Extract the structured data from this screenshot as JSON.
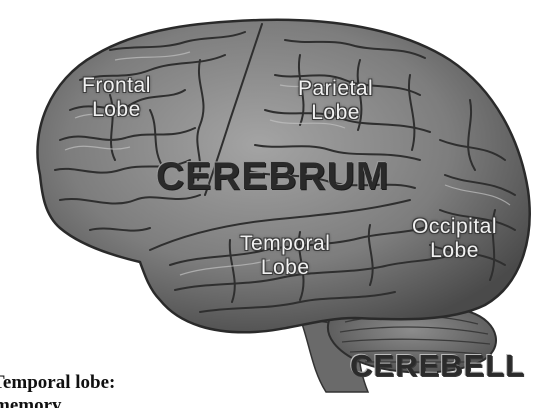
{
  "diagram": {
    "labels": {
      "frontal": [
        "Frontal",
        "Lobe"
      ],
      "parietal": [
        "Parietal",
        "Lobe"
      ],
      "temporal": [
        "Temporal",
        "Lobe"
      ],
      "occipital": [
        "Occipital",
        "Lobe"
      ],
      "cerebrum": "CEREBRUM",
      "cerebellum": "CEREBELL"
    },
    "caption": {
      "line1": "Temporal lobe:",
      "line2": "memory"
    },
    "colors": {
      "background": "#ffffff",
      "brain_light": "#9a9a9a",
      "brain_dark": "#3a3a3a",
      "sulcus": "#2f2f2f",
      "label_text": "#f1f1f1"
    }
  }
}
